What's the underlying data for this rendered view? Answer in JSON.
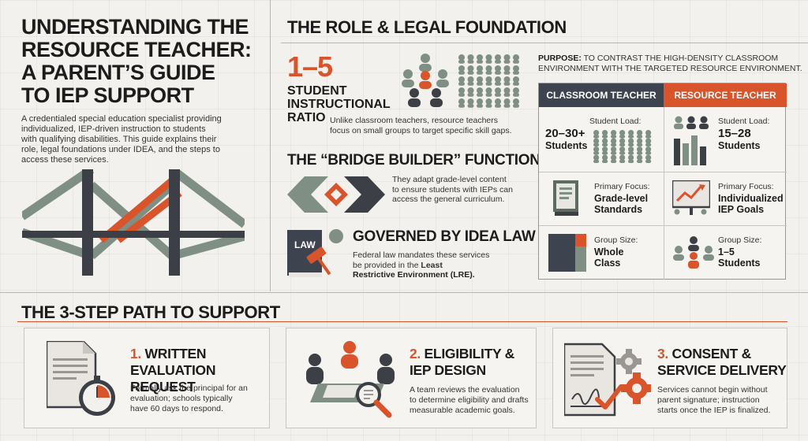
{
  "title_lines": [
    "UNDERSTANDING THE",
    "RESOURCE TEACHER:",
    "A PARENT’S GUIDE",
    "TO IEP SUPPORT"
  ],
  "intro_lines": [
    "A credentialed special education specialist providing",
    "individualized, IEP-driven instruction to students",
    "with qualifying disabilities. This guide explains their",
    "role, legal foundations under IDEA, and the steps to",
    "access these services."
  ],
  "role_section": {
    "heading": "THE ROLE & LEGAL FOUNDATION",
    "ratio": {
      "number": "1–5",
      "label_lines": [
        "STUDENT",
        "INSTRUCTIONAL",
        "RATIO"
      ],
      "desc_lines": [
        "Unlike classroom teachers, resource teachers",
        "focus on small groups to target specific skill gaps."
      ]
    },
    "bridge": {
      "heading": "THE “BRIDGE BUILDER” FUNCTION",
      "desc_lines": [
        "They adapt grade-level content",
        "to ensure students with IEPs can",
        "access the general curriculum."
      ]
    },
    "idea": {
      "heading": "GOVERNED BY IDEA LAW",
      "book_label": "LAW",
      "desc_line1": "Federal law mandates these services",
      "desc_line2_prefix": "be provided in the ",
      "desc_line2_bold": "Least",
      "desc_line3_bold": "Restrictive Environment (LRE)."
    }
  },
  "comparison": {
    "purpose_label": "PURPOSE:",
    "purpose_line1": " TO CONTRAST THE HIGH-DENSITY CLASSROOM",
    "purpose_line2": "ENVIRONMENT WITH THE TARGETED RESOURCE ENVIRONMENT.",
    "col_classroom": "CLASSROOM TEACHER",
    "col_resource": "RESOURCE TEACHER",
    "classroom": {
      "load_label": "Student Load:",
      "load_value_lines": [
        "20–30+",
        "Students"
      ],
      "focus_label": "Primary Focus:",
      "focus_value_lines": [
        "Grade-level",
        "Standards"
      ],
      "group_label": "Group Size:",
      "group_value_lines": [
        "Whole",
        "Class"
      ]
    },
    "resource": {
      "load_label": "Student Load:",
      "load_value_lines": [
        "15–28",
        "Students"
      ],
      "focus_label": "Primary Focus:",
      "focus_value_lines": [
        "Individualized",
        "IEP Goals"
      ],
      "group_label": "Group Size:",
      "group_value_lines": [
        "1–5",
        "Students"
      ]
    }
  },
  "steps_heading": "THE 3-STEP PATH TO SUPPORT",
  "steps": [
    {
      "title_lines": [
        "1. WRITTEN",
        "EVALUATION REQUEST"
      ],
      "body_lines": [
        "Formally ask the principal for an",
        "evaluation; schools typically",
        "have 60 days to respond."
      ]
    },
    {
      "title_lines": [
        "2. ELIGIBILITY &",
        "IEP DESIGN"
      ],
      "body_lines": [
        "A team reviews the evaluation",
        "to determine eligibility and drafts",
        "measurable academic goals."
      ]
    },
    {
      "title_lines": [
        "3. CONSENT &",
        "SERVICE DELIVERY"
      ],
      "body_lines": [
        "Services cannot begin without",
        "parent signature; instruction",
        "starts once the IEP is finalized."
      ]
    }
  ],
  "colors": {
    "orange": "#d9542b",
    "sage": "#7f8f83",
    "dark": "#3c3f45",
    "navy": "#3d4450"
  }
}
